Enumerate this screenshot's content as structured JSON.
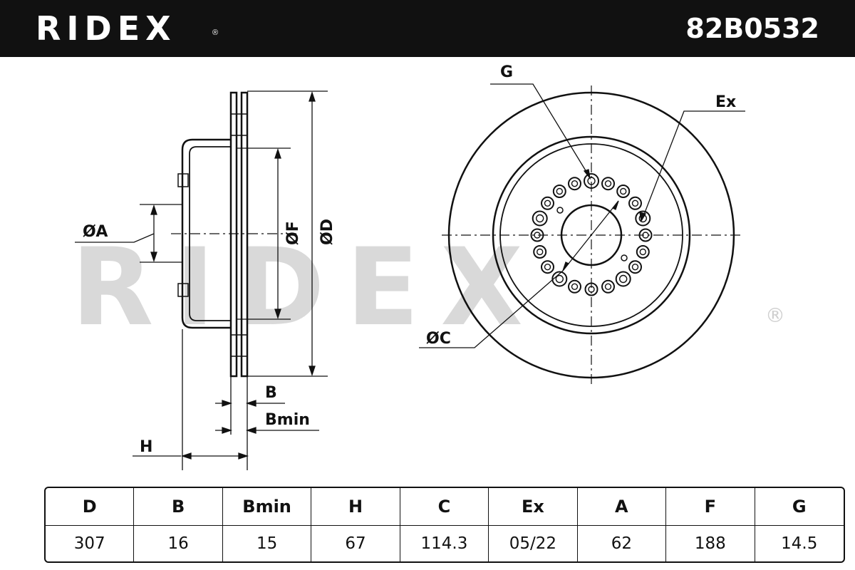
{
  "header": {
    "brand": "RIDEX",
    "registered_mark": "®",
    "part_number": "82B0532"
  },
  "watermark": {
    "text": "RIDEX",
    "registered_mark": "®"
  },
  "labels": {
    "A": "ØA",
    "F": "ØF",
    "D": "ØD",
    "B": "B",
    "Bmin": "Bmin",
    "H": "H",
    "G": "G",
    "Ex": "Ex",
    "C": "ØC"
  },
  "spec_table": {
    "headers": [
      "D",
      "B",
      "Bmin",
      "H",
      "C",
      "Ex",
      "A",
      "F",
      "G"
    ],
    "values": [
      "307",
      "16",
      "15",
      "67",
      "114.3",
      "05/22",
      "62",
      "188",
      "14.5"
    ]
  },
  "colors": {
    "header_bg": "#111111",
    "line": "#111111",
    "watermark": "#d9d9d9"
  }
}
